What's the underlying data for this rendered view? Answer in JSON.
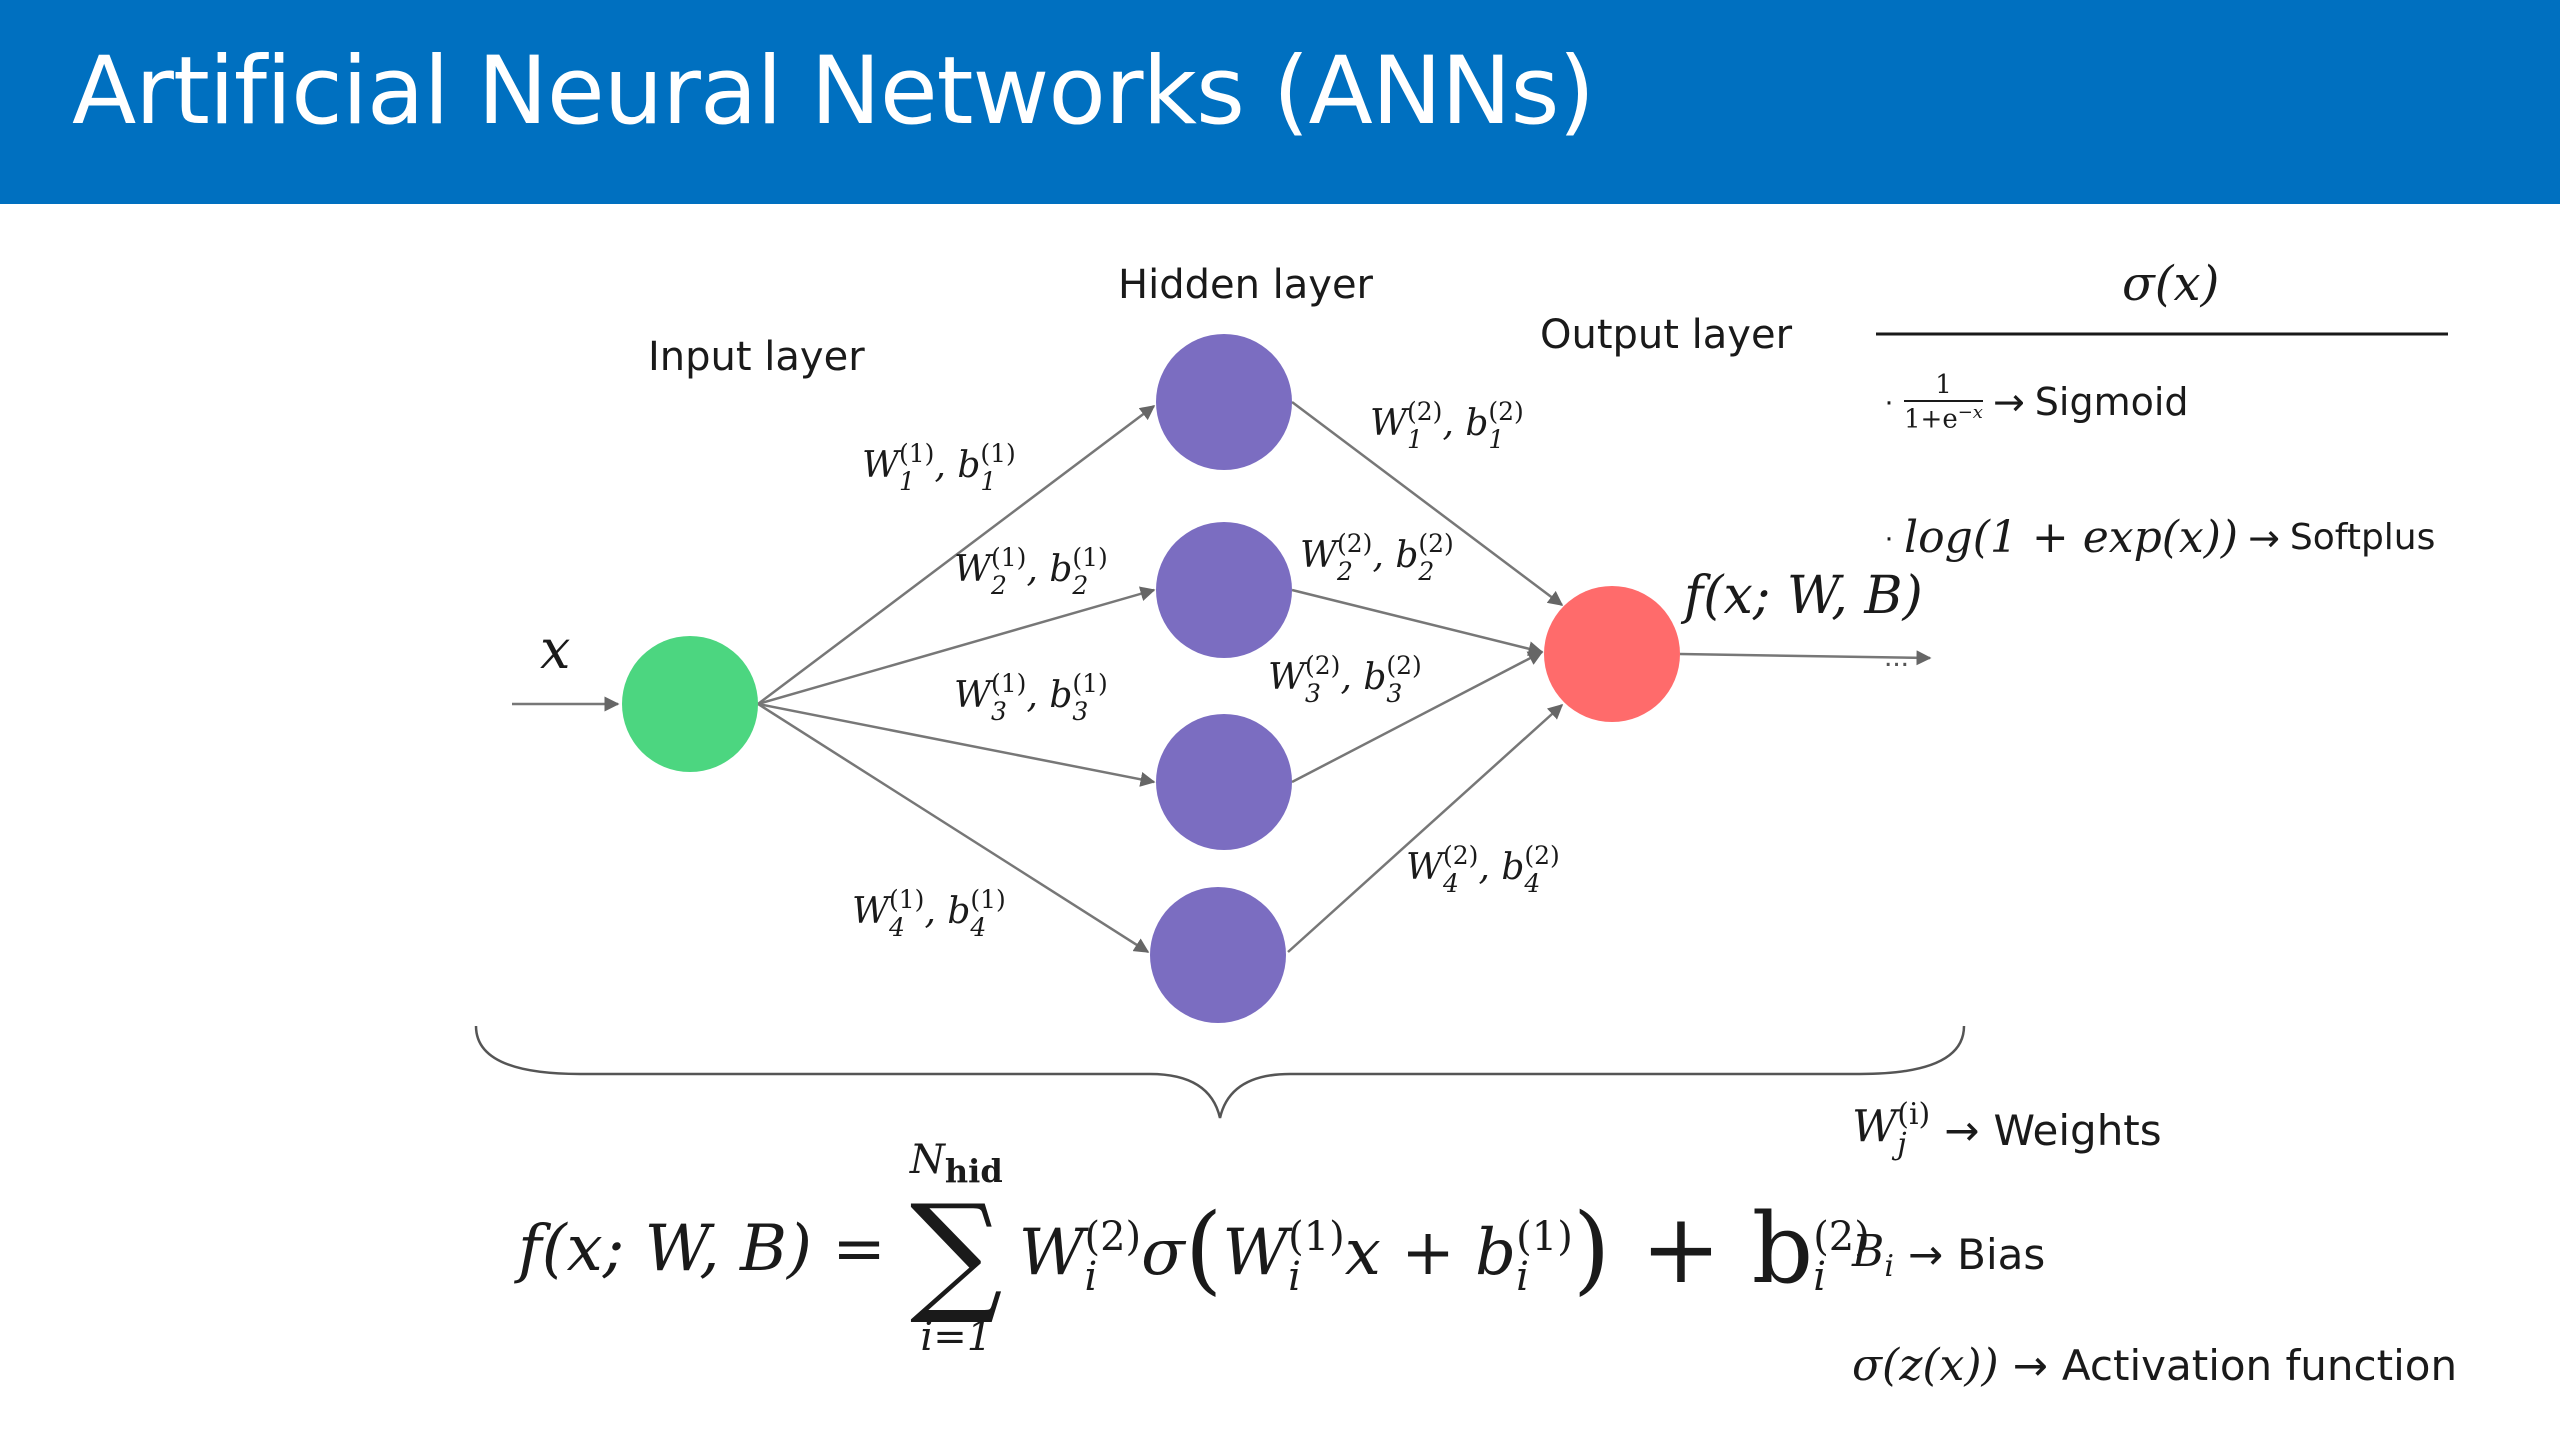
{
  "slide": {
    "title": "Artificial Neural Networks (ANNs)",
    "colors": {
      "title_bar": "#0070c0",
      "input_node": "#4cd680",
      "hidden_node": "#7b6dc1",
      "output_node": "#ff6b6b"
    }
  },
  "network": {
    "input_layer_label": "Input layer",
    "hidden_layer_label": "Hidden layer",
    "output_layer_label": "Output layer",
    "input_symbol": "x",
    "output_expression": "f(x; W, B)",
    "output_continuation": "...",
    "layer1_edges": [
      {
        "w": "W",
        "b": "b",
        "index": "1",
        "layer": "(1)"
      },
      {
        "w": "W",
        "b": "b",
        "index": "2",
        "layer": "(1)"
      },
      {
        "w": "W",
        "b": "b",
        "index": "3",
        "layer": "(1)"
      },
      {
        "w": "W",
        "b": "b",
        "index": "4",
        "layer": "(1)"
      }
    ],
    "layer2_edges": [
      {
        "w": "W",
        "b": "b",
        "index": "1",
        "layer": "(2)"
      },
      {
        "w": "W",
        "b": "b",
        "index": "2",
        "layer": "(2)"
      },
      {
        "w": "W",
        "b": "b",
        "index": "3",
        "layer": "(2)"
      },
      {
        "w": "W",
        "b": "b",
        "index": "4",
        "layer": "(2)"
      }
    ]
  },
  "activations": {
    "header": "σ(x)",
    "sigmoid": {
      "numerator": "1",
      "denominator_base": "1+e",
      "denominator_exp": "−x",
      "arrow": "→",
      "name": "Sigmoid"
    },
    "softplus": {
      "expression": "log(1 + exp(x))",
      "arrow": "→",
      "name": "Softplus"
    }
  },
  "formula": {
    "lhs": "f(x; W, B) =",
    "sum_upper_base": "N",
    "sum_upper_sub": "hid",
    "sum_lower": "i=1",
    "sum_symbol": "∑",
    "w_outer": "W",
    "w_outer_sub": "i",
    "w_outer_sup": "(2)",
    "sigma": "σ",
    "open_paren": "(",
    "w_inner": "W",
    "w_inner_sub": "i",
    "w_inner_sup": "(1)",
    "x_plus": "x + b",
    "b_inner_sub": "i",
    "b_inner_sup": "(1)",
    "close_plus": ") + b",
    "b_outer_sub": "i",
    "b_outer_sup": "(2)"
  },
  "legend": {
    "weights": {
      "symbol": "W",
      "sub": "j",
      "sup": "(i)",
      "arrow": "→",
      "text": "Weights"
    },
    "bias": {
      "symbol": "B",
      "sub": "i",
      "arrow": "→",
      "text": "Bias"
    },
    "activation": {
      "symbol": "σ(z(x))",
      "arrow": "→",
      "text": "Activation function"
    }
  }
}
